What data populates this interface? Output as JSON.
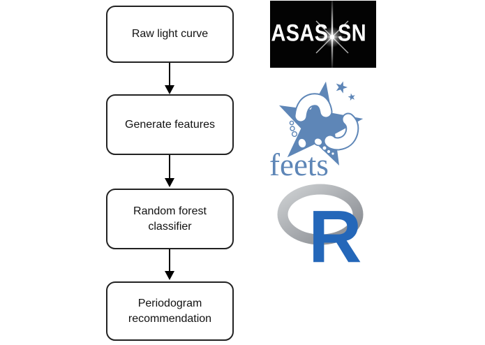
{
  "flowchart": {
    "steps": [
      {
        "label": "Raw light curve"
      },
      {
        "label": "Generate features"
      },
      {
        "label": "Random forest\nclassifier"
      },
      {
        "label": "Periodogram\nrecommendation"
      }
    ]
  },
  "logos": {
    "asassn": {
      "text_left": "ASAS",
      "text_right": "SN",
      "background": "#030303",
      "text_color": "#ffffff"
    },
    "feets": {
      "wordmark": "feets",
      "color": "#5e86b7"
    },
    "r_project": {
      "letter": "R",
      "letter_color": "#2467b9",
      "ring_color_light": "#cdd0d2",
      "ring_color_dark": "#84878d"
    }
  },
  "colors": {
    "background": "#ffffff",
    "box_border": "#222222",
    "arrow": "#000000"
  }
}
